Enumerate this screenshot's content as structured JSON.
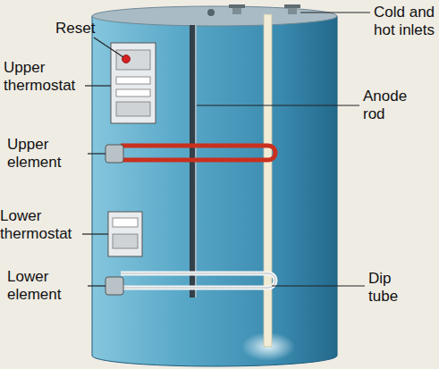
{
  "diagram": {
    "labels": [
      "Reset",
      "Upper thermostat",
      "Upper element",
      "Lower thermostat",
      "Lower element",
      "Cold and hot inlets",
      "Anode rod",
      "Dip tube"
    ]
  }
}
